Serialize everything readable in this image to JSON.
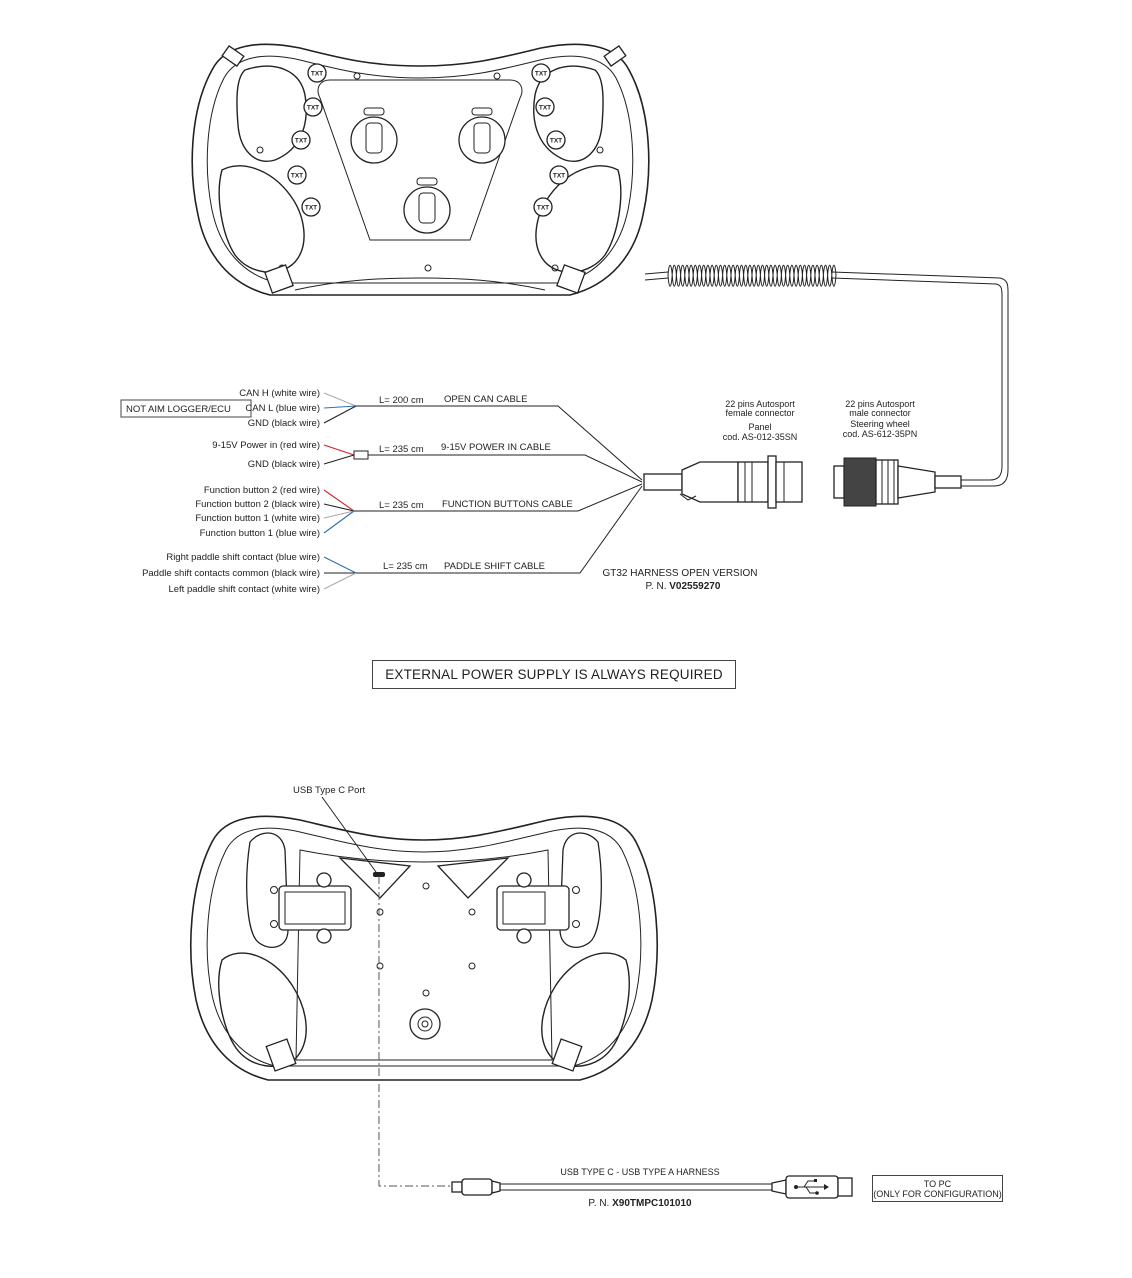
{
  "top_diagram": {
    "button_label": "TXT",
    "not_aim_box": "NOT AIM LOGGER/ECU",
    "cables": [
      {
        "length": "L= 200 cm",
        "name": "OPEN CAN CABLE",
        "wires": [
          {
            "label": "CAN H (white wire)",
            "color": "#aaaaaa"
          },
          {
            "label": "CAN L (blue wire)",
            "color": "#2f6fb5"
          },
          {
            "label": "GND (black wire)",
            "color": "#222222"
          }
        ]
      },
      {
        "length": "L= 235 cm",
        "name": "9-15V POWER IN CABLE",
        "wires": [
          {
            "label": "9-15V Power in (red wire)",
            "color": "#d0232a"
          },
          {
            "label": "GND (black wire)",
            "color": "#222222"
          }
        ]
      },
      {
        "length": "L= 235 cm",
        "name": "FUNCTION BUTTONS CABLE",
        "wires": [
          {
            "label": "Function button 2 (red wire)",
            "color": "#d0232a"
          },
          {
            "label": "Function button 2 (black wire)",
            "color": "#222222"
          },
          {
            "label": "Function button 1 (white wire)",
            "color": "#aaaaaa"
          },
          {
            "label": "Function button 1 (blue wire)",
            "color": "#2f6fb5"
          }
        ]
      },
      {
        "length": "L= 235 cm",
        "name": "PADDLE SHIFT CABLE",
        "wires": [
          {
            "label": "Right paddle shift contact (blue wire)",
            "color": "#2f6fb5"
          },
          {
            "label": "Paddle shift contacts common (black wire)",
            "color": "#222222"
          },
          {
            "label": "Left paddle shift contact (white wire)",
            "color": "#aaaaaa"
          }
        ]
      }
    ],
    "female_connector": {
      "line1": "22 pins Autosport",
      "line2": "female connector",
      "line3": "Panel",
      "line4": "cod. AS-012-35SN"
    },
    "male_connector": {
      "line1": "22 pins Autosport",
      "line2": "male connector",
      "line3": "Steering wheel",
      "line4": "cod. AS-612-35PN"
    },
    "harness_title": "GT32 HARNESS OPEN VERSION",
    "harness_pn_prefix": "P. N.",
    "harness_pn": "V02559270"
  },
  "warning": "EXTERNAL POWER SUPPLY IS ALWAYS REQUIRED",
  "bottom_diagram": {
    "usb_port_label": "USB Type C Port",
    "harness_title": "USB TYPE C - USB TYPE A HARNESS",
    "harness_pn_prefix": "P. N.",
    "harness_pn": "X90TMPC101010",
    "to_pc_line1": "TO PC",
    "to_pc_line2": "(ONLY FOR CONFIGURATION)"
  }
}
